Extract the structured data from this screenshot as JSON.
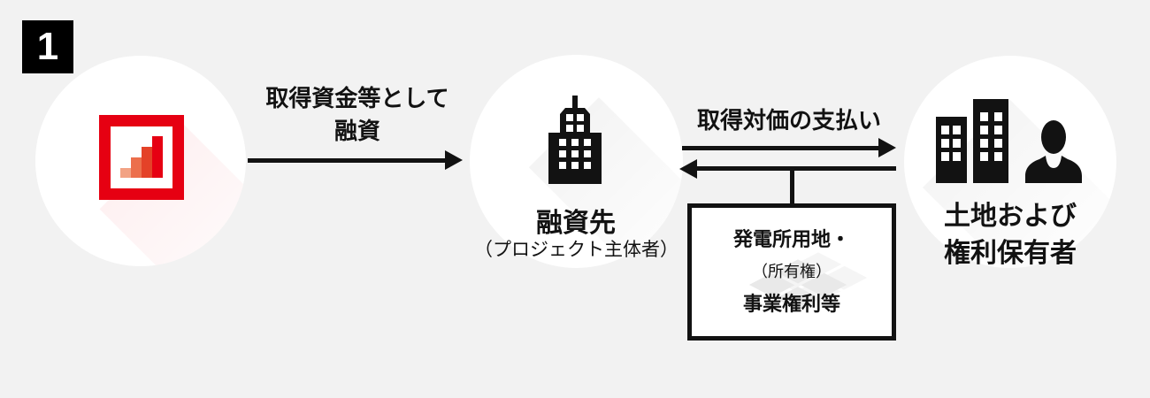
{
  "badge": {
    "label": "1"
  },
  "colors": {
    "background": "#f2f2f2",
    "ink": "#121212",
    "node_bg": "#ffffff",
    "brand_red": "#e60012",
    "logo_bar_colors": [
      "#f2a284",
      "#ec6f4c",
      "#e44228",
      "#e60012"
    ]
  },
  "nodes": {
    "lender": {
      "icon": "bank-logo-growth-bars-icon"
    },
    "borrower": {
      "icon": "office-building-icon",
      "title": "融資先",
      "subtitle": "（プロジェクト主体者）"
    },
    "land_rights_holder": {
      "icon": "buildings-and-person-icon",
      "title_line1": "土地および",
      "title_line2": "権利保有者"
    }
  },
  "arrows": {
    "loan": {
      "direction": "right",
      "label_line1": "取得資金等として",
      "label_line2": "融資"
    },
    "payment": {
      "direction": "right",
      "label": "取得対価の支払い"
    },
    "transfer": {
      "direction": "left",
      "label": ""
    }
  },
  "transfer_box": {
    "line1": "発電所用地・",
    "line2": "（所有権）",
    "line3": "事業権利等",
    "watermark_icon": "solar-panel-diamond-icon"
  }
}
